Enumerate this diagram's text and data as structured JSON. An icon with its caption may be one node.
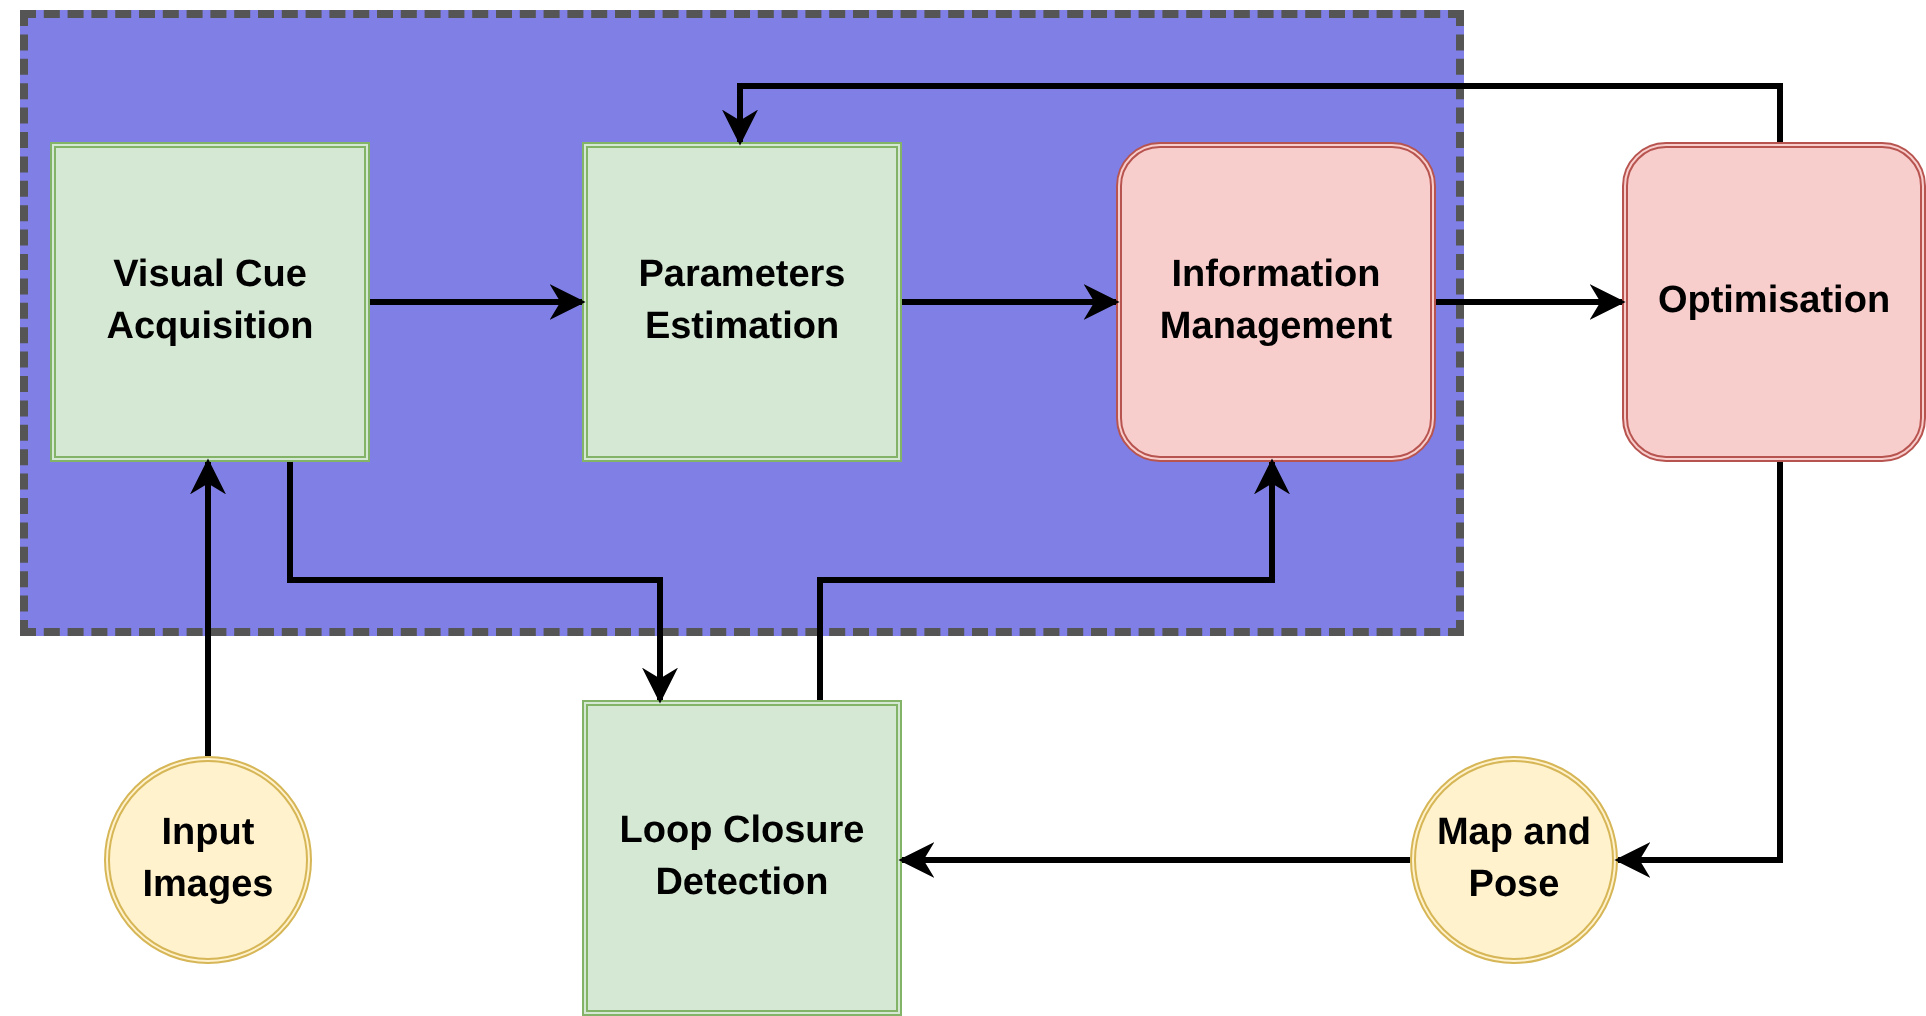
{
  "diagram": {
    "nodes": [
      {
        "text": [],
        "shape": "box"
      },
      {
        "text": [
          "Visual Cue Acquisition"
        ],
        "in": 0
      },
      {
        "text": [
          "Parameters Estimation"
        ],
        "in": 0
      },
      {
        "text": [
          "Information Management"
        ],
        "in": 0
      },
      {
        "text": [
          "Optimisation"
        ]
      },
      {
        "text": [
          "Loop Closure Detection"
        ]
      },
      {
        "text": [
          "Input Images"
        ]
      },
      {
        "text": [
          "Map and Pose"
        ]
      }
    ],
    "edges": [
      {
        "from": 1,
        "to": 2,
        "arrow": "to"
      },
      {
        "from": 2,
        "to": 3,
        "arrow": "to"
      },
      {
        "from": 3,
        "to": 4,
        "arrow": "to"
      },
      {
        "from": 4,
        "to": 2,
        "arrow": "to"
      },
      {
        "from": 6,
        "to": 1,
        "arrow": "to"
      },
      {
        "from": 1,
        "to": 5,
        "arrow": "to"
      },
      {
        "from": 5,
        "to": 3,
        "arrow": "to"
      },
      {
        "from": 4,
        "to": 7,
        "arrow": "to"
      },
      {
        "from": 7,
        "to": 5,
        "arrow": "to"
      }
    ]
  }
}
